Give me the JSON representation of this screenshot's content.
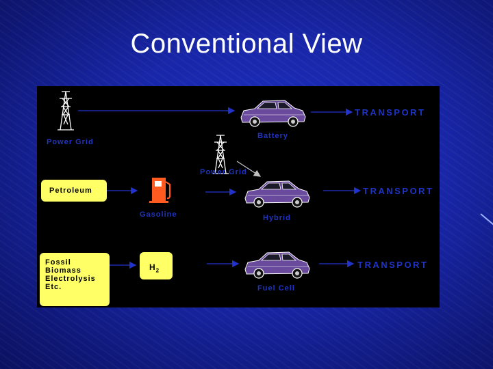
{
  "slide": {
    "title": "Conventional View"
  },
  "diagram": {
    "power_grid_left": "Power Grid",
    "battery": "Battery",
    "power_grid_mid": "Power Grid",
    "petroleum": "Petroleum",
    "gasoline": "Gasoline",
    "hybrid": "Hybrid",
    "fuel_cell": "Fuel Cell",
    "transport_1": "TRANSPORT",
    "transport_2": "TRANSPORT",
    "transport_3": "TRANSPORT",
    "sources_box": [
      "Fossil",
      "Biomass",
      "Electrolysis",
      "Etc."
    ],
    "h2": "H",
    "h2_subscript": "2"
  },
  "colors": {
    "background": "#1826a8",
    "panel": "#000000",
    "label_blue": "#1f34c4",
    "box_yellow": "#ffff66",
    "arrow_blue": "#2233cc",
    "car_purple": "#6a4a9c",
    "pump_orange": "#ff5a1f"
  },
  "icons": [
    "power-tower-icon",
    "car-icon",
    "fuel-pump-icon"
  ]
}
